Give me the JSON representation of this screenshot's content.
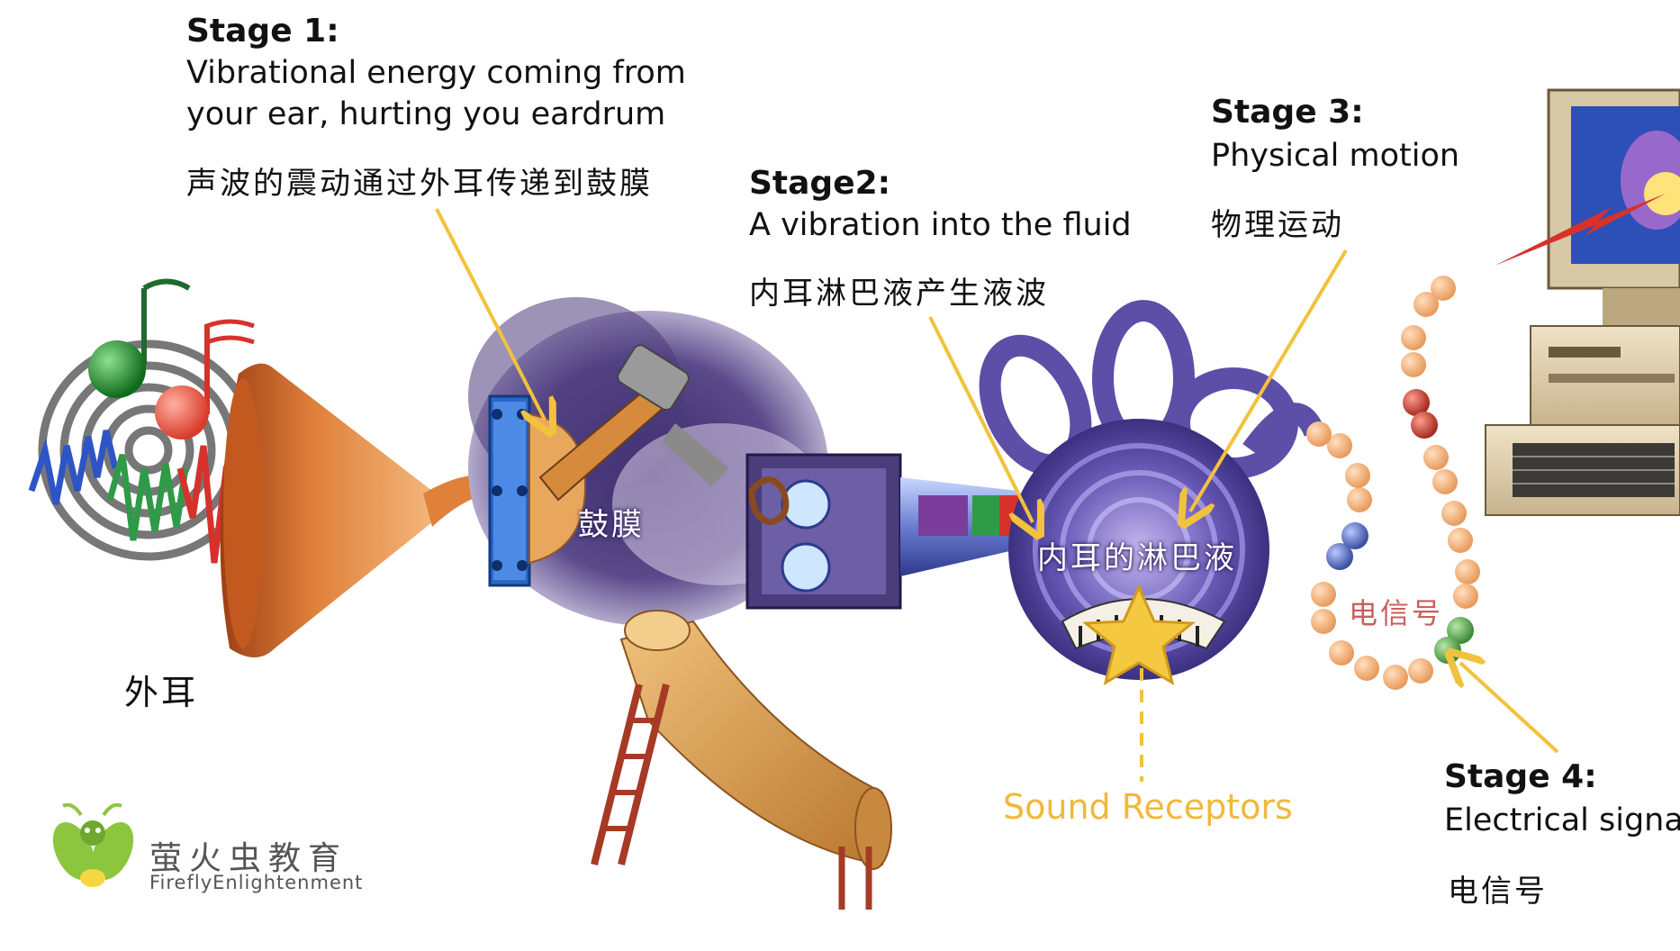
{
  "stage1": {
    "title": "Stage 1:",
    "line1": "Vibrational energy coming from",
    "line2": "your ear, hurting you eardrum",
    "cn": "声波的震动通过外耳传递到鼓膜"
  },
  "stage2": {
    "title": "Stage2:",
    "line1": "A vibration into the fluid",
    "cn": "内耳淋巴液产生液波"
  },
  "stage3": {
    "title": "Stage 3:",
    "line1": "Physical motion",
    "cn": "物理运动"
  },
  "stage4": {
    "title": "Stage 4:",
    "line1": "Electrical signal",
    "cn": "电信号"
  },
  "labels": {
    "outer_ear": "外耳",
    "eardrum": "鼓膜",
    "inner_ear_fluid": "内耳的淋巴液",
    "electric_signal": "电信号",
    "sound_receptors": "Sound Receptors"
  },
  "logo": {
    "name_cn": "萤火虫教育",
    "name_en": "FireflyEnlightenment"
  },
  "colors": {
    "arrow": "#f2c23c",
    "sound_receptors": "#f0b93a",
    "electric_label": "#c95f5c",
    "purple": "#5d4ea8",
    "horn": "#d9772f",
    "logo_green": "#8cc63f"
  }
}
